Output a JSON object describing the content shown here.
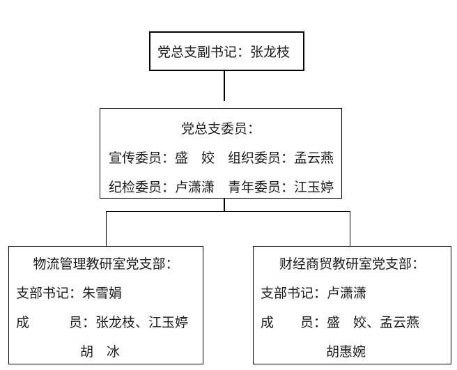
{
  "diagram": {
    "type": "org-chart",
    "background_color": "#ffffff",
    "line_color": "#000000",
    "text_color": "#1c1c1c",
    "nodes": {
      "root": {
        "title": "党总支副书记：张龙枝"
      },
      "committee": {
        "title": "党总支委员：",
        "row1": "宣传委员：盛　姣　组织委员：孟云燕",
        "row2": "纪检委员：卢潇潇　青年委员：江玉婷"
      },
      "branch_left": {
        "title": "物流管理教研室党支部：",
        "secretary": "支部书记：朱雪娟",
        "members": "成　　　员：张龙枝、江玉婷",
        "members_cont": "胡　冰"
      },
      "branch_right": {
        "title": "财经商贸教研室党支部：",
        "secretary": "支部书记：卢潇潇",
        "members": "成　　员：盛　姣、孟云燕",
        "members_cont": "胡惠婉"
      }
    },
    "edges": [
      {
        "from": "root",
        "to": "committee"
      },
      {
        "from": "committee",
        "to": "branch_left"
      },
      {
        "from": "committee",
        "to": "branch_right"
      }
    ]
  }
}
